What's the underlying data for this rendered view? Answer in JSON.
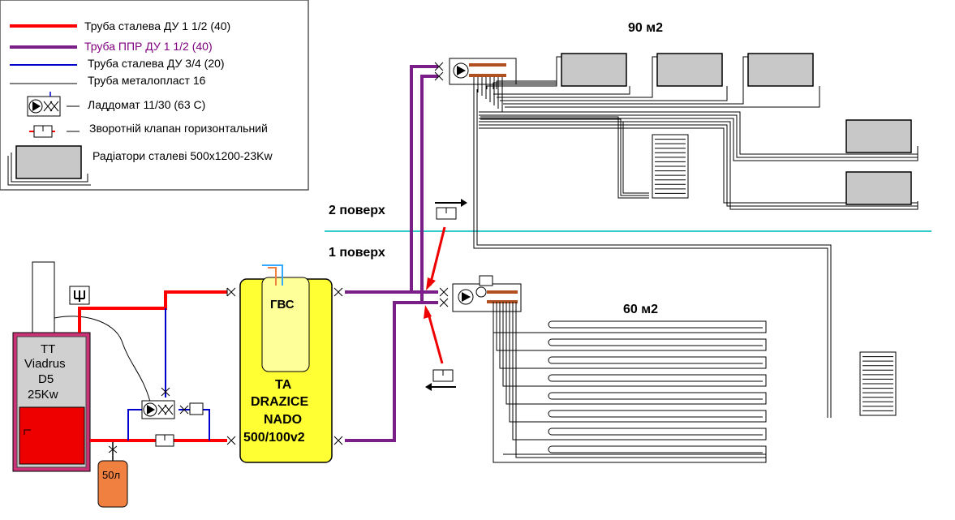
{
  "legend": {
    "items": [
      {
        "text": "Труба сталева ДУ 1 1/2 (40)",
        "color": "#ff0000"
      },
      {
        "text": "Труба ППР ДУ 1 1/2 (40)",
        "color": "#7a1f88"
      },
      {
        "text": "Труба сталева ДУ 3/4 (20)",
        "color": "#0000cc"
      },
      {
        "text": "Труба металопласт 16",
        "color": "#000000"
      },
      {
        "text": "Ладдомат 11/30 (63 С)"
      },
      {
        "text": "Зворотній клапан горизонтальний"
      },
      {
        "text": "Радіатори сталеві 500х1200-23Kw"
      }
    ],
    "ppr_text_color": "#800080"
  },
  "labels": {
    "area_top": "90 м2",
    "area_bottom": "60 м2",
    "floor2": "2 поверх",
    "floor1": "1 поверх",
    "boiler_l1": "ТТ",
    "boiler_l2": "Viadrus",
    "boiler_l3": "D5",
    "boiler_l4": "25Kw",
    "tank_gvs": "ГВС",
    "tank_l1": "ТА",
    "tank_l2": "DRAZICE",
    "tank_l3": "NADO",
    "tank_l4": "500/100v2",
    "expansion": "50л"
  },
  "colors": {
    "steel40": "#ff0000",
    "ppr": "#7a1f88",
    "steel20": "#0000cc",
    "floor_line": "#33cccc",
    "tank": "#ffff33",
    "boiler": "#cc3377",
    "radiator": "#c8c8c8",
    "expansion": "#f08040"
  }
}
